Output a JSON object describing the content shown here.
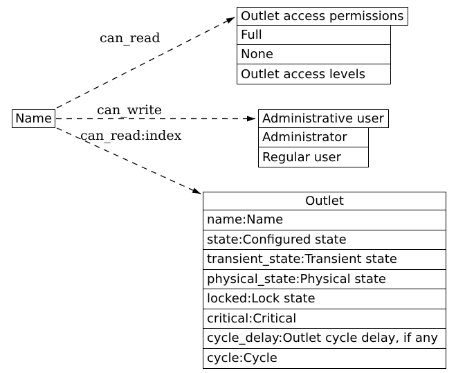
{
  "colors": {
    "background": "#ffffff",
    "line": "#000000",
    "text": "#000000"
  },
  "node": {
    "label": "Name"
  },
  "edges": [
    {
      "label": "can_read"
    },
    {
      "label": "can_write"
    },
    {
      "label": "can_read:index"
    }
  ],
  "tables": [
    {
      "title": "Outlet access permissions",
      "rows": [
        "Full",
        "None",
        "Outlet access levels"
      ]
    },
    {
      "title": "Administrative user",
      "rows": [
        "Administrator",
        "Regular user"
      ]
    },
    {
      "title": "Outlet",
      "rows": [
        "name:Name",
        "state:Configured state",
        "transient_state:Transient state",
        "physical_state:Physical state",
        "locked:Lock state",
        "critical:Critical",
        "cycle_delay:Outlet cycle delay, if any",
        "cycle:Cycle"
      ]
    }
  ]
}
